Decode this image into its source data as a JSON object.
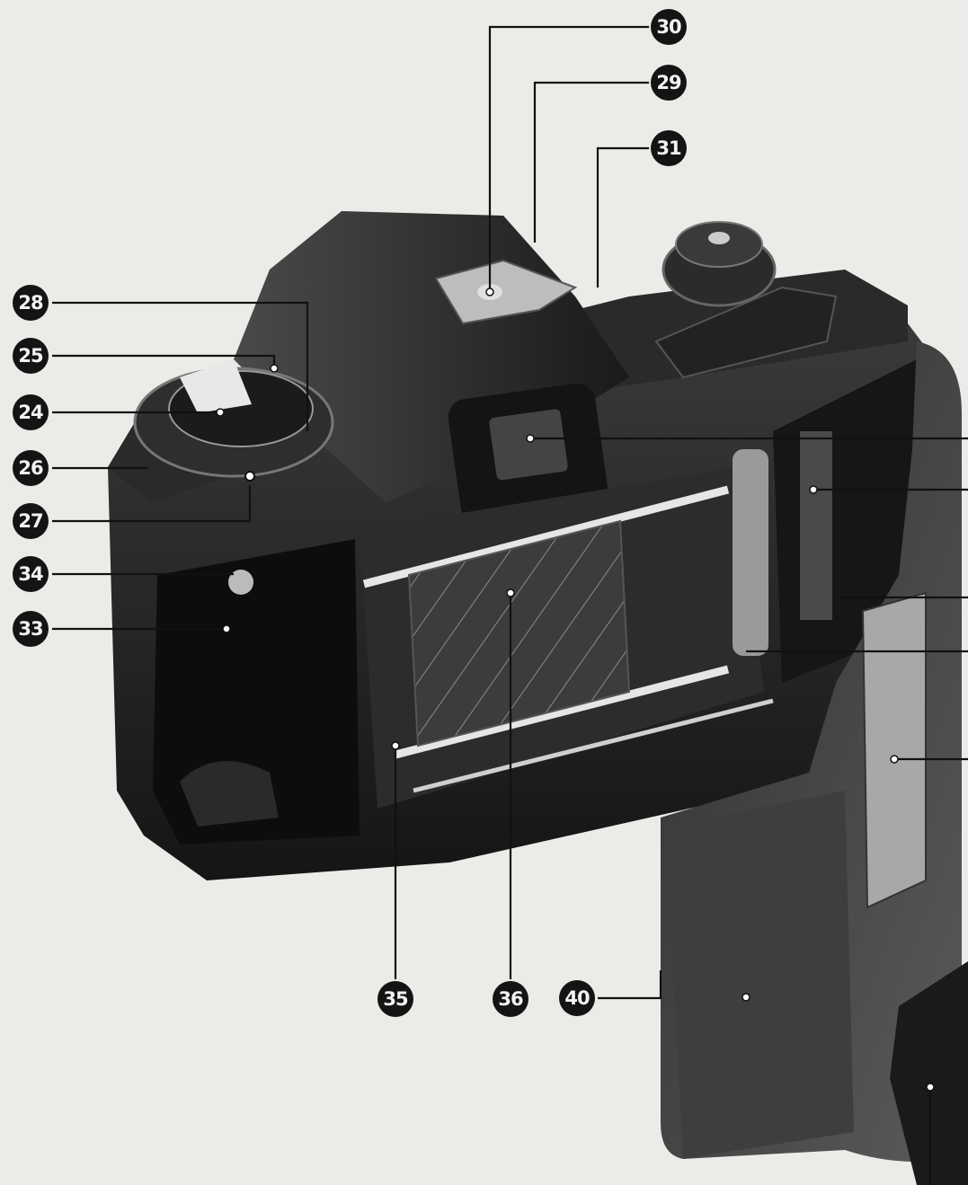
{
  "diagram": {
    "subject": "35mm SLR camera, rear view with open back cover",
    "background_color": "#ecebe8",
    "body_color": "#1f1f1f",
    "line_color": "#111111",
    "callouts": {
      "c24": "24",
      "c25": "25",
      "c26": "26",
      "c27": "27",
      "c28": "28",
      "c29": "29",
      "c30": "30",
      "c31": "31",
      "c33": "33",
      "c34": "34",
      "c35": "35",
      "c36": "36",
      "c40": "40"
    }
  }
}
